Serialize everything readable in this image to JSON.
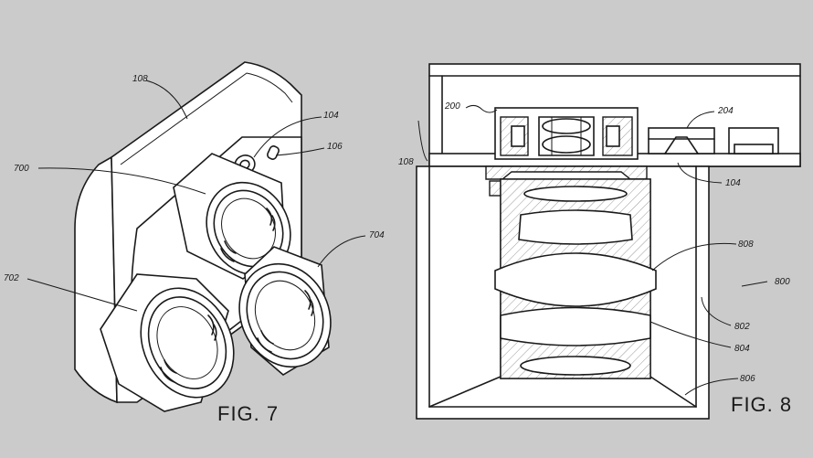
{
  "labels": {
    "fig7_title": "FIG. 7",
    "fig8_title": "FIG. 8",
    "ref_108_fig7": "108",
    "ref_104_fig7": "104",
    "ref_106": "106",
    "ref_700": "700",
    "ref_702": "702",
    "ref_704": "704",
    "ref_200": "200",
    "ref_204": "204",
    "ref_108_fig8": "108",
    "ref_104_fig8": "104",
    "ref_808": "808",
    "ref_800": "800",
    "ref_802": "802",
    "ref_804": "804",
    "ref_806": "806"
  },
  "colors": {
    "background": "#cbcbcb",
    "line": "#1a1a1a",
    "fill": "#ffffff"
  }
}
